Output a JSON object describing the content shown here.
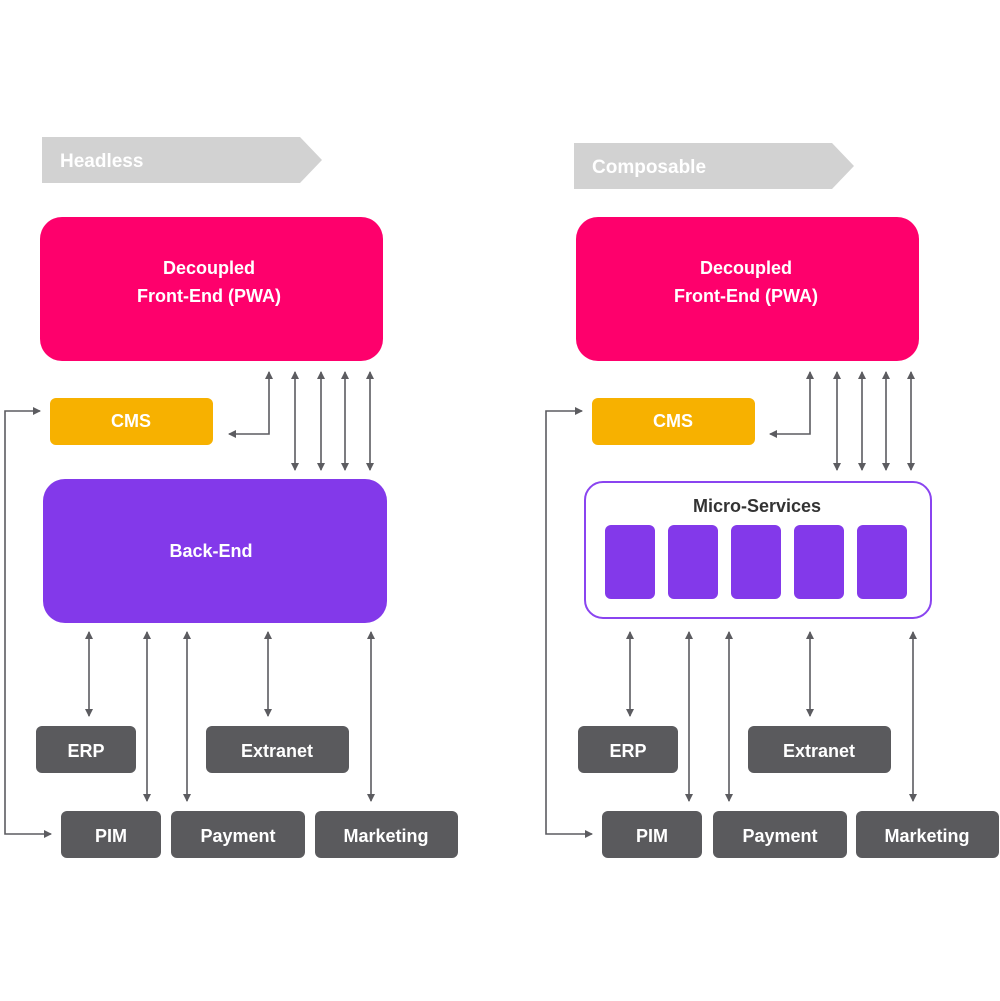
{
  "colors": {
    "frontend": "#fe006c",
    "cms": "#f7b100",
    "backend": "#8339ea",
    "service": "#5a5a5d",
    "banner": "#d2d2d2",
    "arrow": "#5c5c60",
    "micro_border": "#8a44f0"
  },
  "left": {
    "banner": "Headless",
    "frontend": {
      "line1": "Decoupled",
      "line2": "Front-End (PWA)"
    },
    "cms": "CMS",
    "backend": "Back-End",
    "services": {
      "erp": "ERP",
      "extranet": "Extranet",
      "pim": "PIM",
      "payment": "Payment",
      "marketing": "Marketing"
    }
  },
  "right": {
    "banner": "Composable",
    "frontend": {
      "line1": "Decoupled",
      "line2": "Front-End (PWA)"
    },
    "cms": "CMS",
    "microservices": {
      "title": "Micro-Services",
      "count": 5
    },
    "services": {
      "erp": "ERP",
      "extranet": "Extranet",
      "pim": "PIM",
      "payment": "Payment",
      "marketing": "Marketing"
    }
  }
}
